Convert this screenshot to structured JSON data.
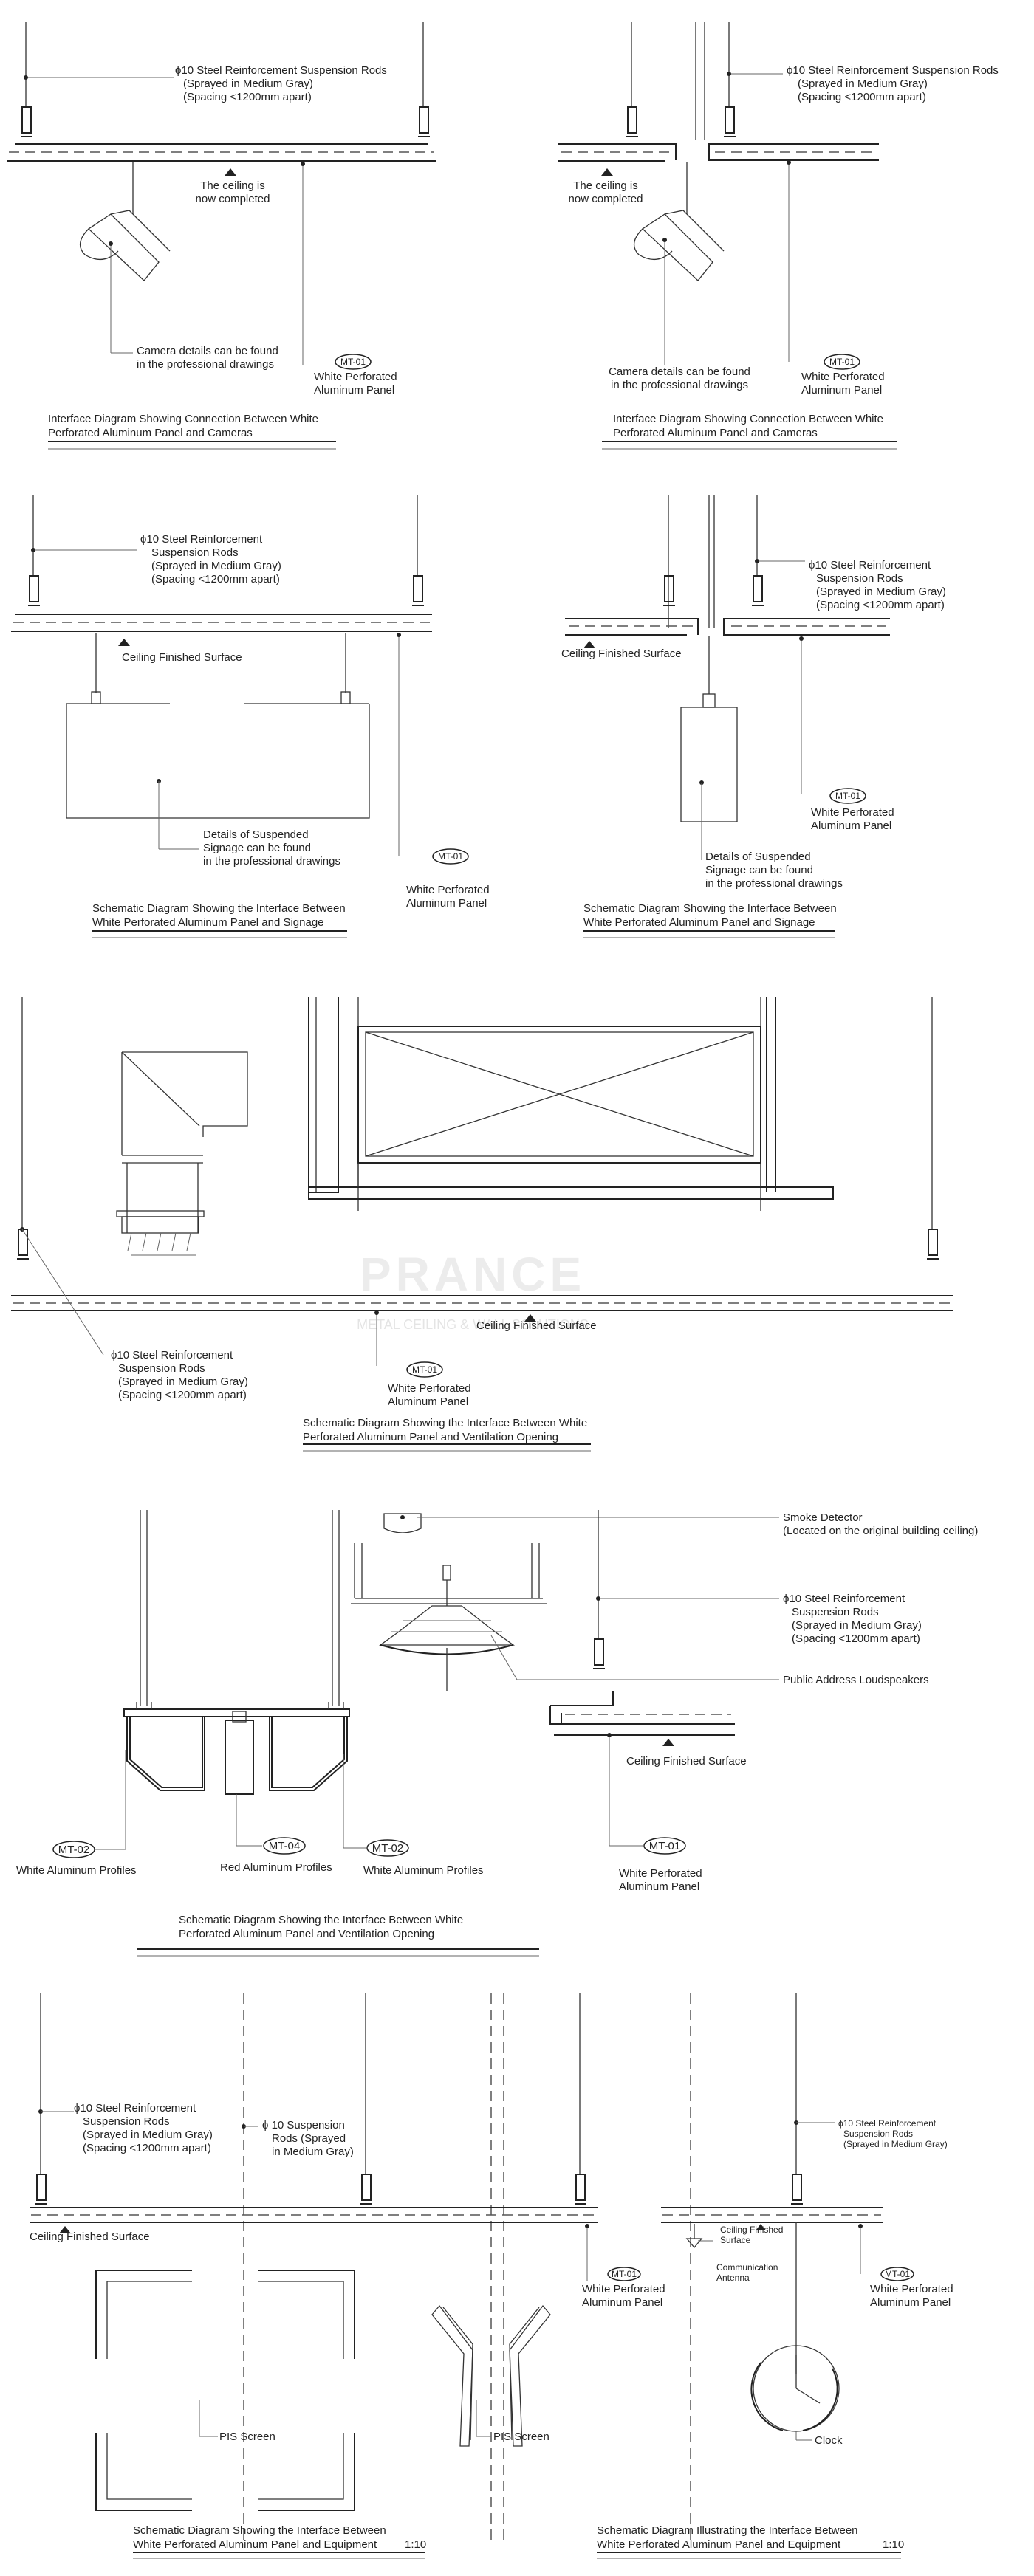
{
  "watermark": {
    "brand": "PRANCE",
    "sub": "METAL CEILING & WALL SOLUTIONS"
  },
  "labels": {
    "rods_full": [
      "ϕ10 Steel Reinforcement Suspension Rods",
      "(Sprayed in Medium Gray)",
      "(Spacing <1200mm apart)"
    ],
    "rods_split": [
      "ϕ10 Steel Reinforcement",
      "Suspension Rods",
      "(Sprayed in Medium Gray)",
      "(Spacing <1200mm apart)"
    ],
    "rods_split_nospacing": [
      "ϕ10 Steel Reinforcement",
      "Suspension Rods",
      "(Sprayed in Medium Gray)"
    ],
    "rods_10": [
      "ϕ 10 Suspension",
      "Rods (Sprayed",
      "in Medium Gray)"
    ],
    "ceiling_completed": [
      "The ceiling is",
      "now completed"
    ],
    "camera_details": [
      "Camera details can be found",
      "in the professional drawings"
    ],
    "signage_details": [
      "Details of Suspended",
      "Signage can be found",
      "in the professional drawings"
    ],
    "white_panel": [
      "White Perforated",
      "Aluminum Panel"
    ],
    "ceiling_surface": "Ceiling Finished Surface",
    "ceiling_surface_split": [
      "Ceiling Finished",
      "Surface"
    ],
    "smoke_detector": [
      "Smoke Detector",
      "(Located on the original building ceiling)"
    ],
    "pa_speakers": "Public Address Loudspeakers",
    "white_profiles": "White Aluminum Profiles",
    "red_profiles": "Red Aluminum Profiles",
    "pis_screen": "PIS Screen",
    "comm_antenna": [
      "Communication",
      "Antenna"
    ],
    "clock": "Clock"
  },
  "tags": {
    "mt01": "MT-01",
    "mt02": "MT-02",
    "mt04": "MT-04"
  },
  "titles": {
    "cam": [
      "Interface Diagram Showing Connection Between White",
      "Perforated Aluminum Panel and Cameras"
    ],
    "sign": [
      "Schematic Diagram Showing the Interface Between",
      "White Perforated Aluminum Panel and Signage"
    ],
    "vent": [
      "Schematic Diagram Showing the Interface Between White",
      "Perforated Aluminum Panel and Ventilation Opening"
    ],
    "equip_show": [
      "Schematic Diagram Showing the Interface Between",
      "White Perforated Aluminum Panel and Equipment"
    ],
    "equip_illus": [
      "Schematic Diagram Illustrating the Interface Between",
      "White Perforated Aluminum Panel and Equipment"
    ],
    "scale": "1:10"
  }
}
